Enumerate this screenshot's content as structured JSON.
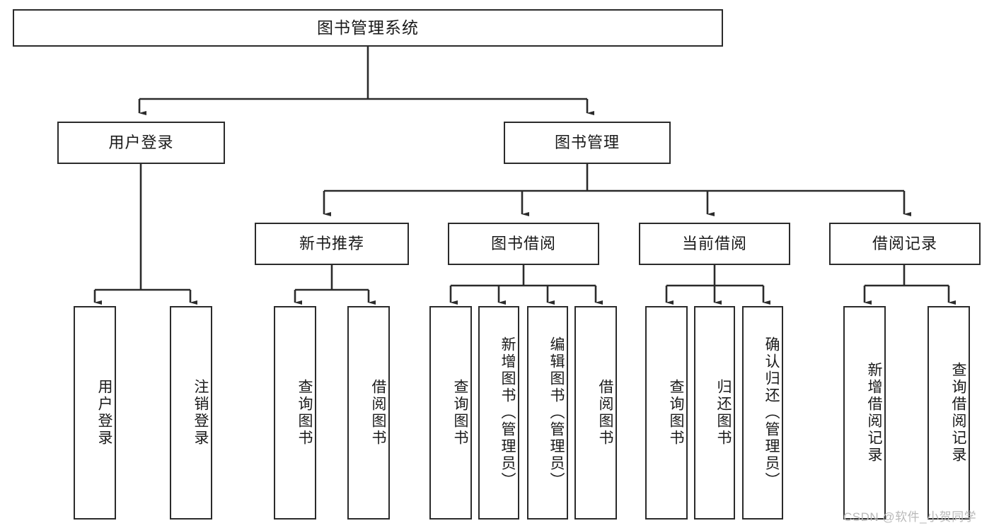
{
  "diagram": {
    "title": "图书管理系统",
    "type": "tree",
    "orientation": "top-down",
    "colors": {
      "box_stroke": "#2b2b2b",
      "box_fill": "#ffffff",
      "text": "#1a1a1a",
      "connector": "#2b2b2b",
      "watermark": "#b9b9b9"
    },
    "root": {
      "label": "图书管理系统"
    },
    "level2": [
      {
        "label": "用户登录"
      },
      {
        "label": "图书管理"
      }
    ],
    "level3": [
      {
        "label": "新书推荐"
      },
      {
        "label": "图书借阅"
      },
      {
        "label": "当前借阅"
      },
      {
        "label": "借阅记录"
      }
    ],
    "leaves": {
      "user_login": [
        {
          "label": "用户登录"
        },
        {
          "label": "注销登录"
        }
      ],
      "new_book_recommend": [
        {
          "label": "查询图书"
        },
        {
          "label": "借阅图书"
        }
      ],
      "book_borrow": [
        {
          "label": "查询图书"
        },
        {
          "label": "新增图书（管理员）"
        },
        {
          "label": "编辑图书（管理员）"
        },
        {
          "label": "借阅图书"
        }
      ],
      "current_borrow": [
        {
          "label": "查询图书"
        },
        {
          "label": "归还图书"
        },
        {
          "label": "确认归还（管理员）"
        }
      ],
      "borrow_record": [
        {
          "label": "新增借阅记录"
        },
        {
          "label": "查询借阅记录"
        }
      ]
    },
    "watermark": "CSDN @软件_小贺同学"
  }
}
